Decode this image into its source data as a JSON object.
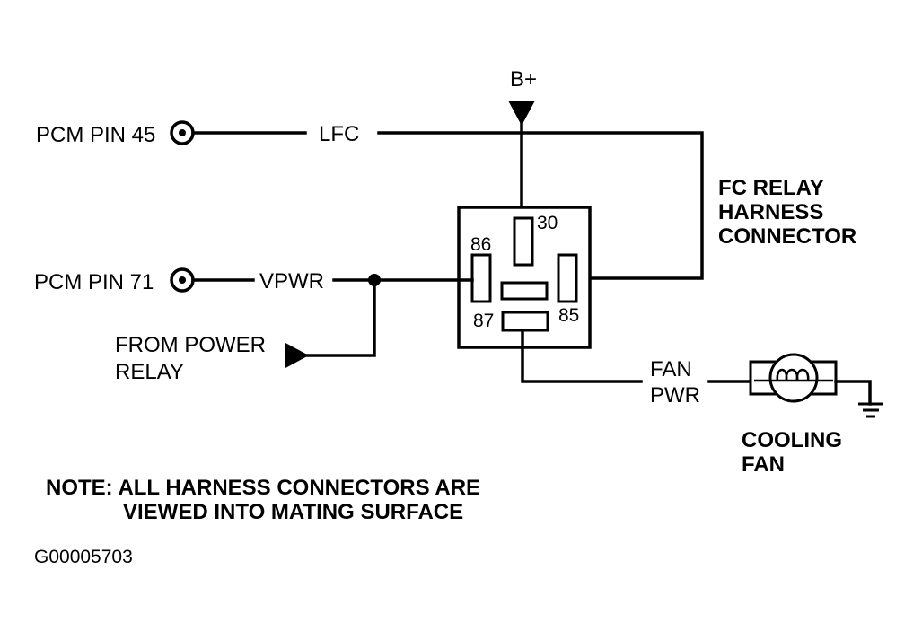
{
  "labels": {
    "b_plus": "B+",
    "pcm_pin_45": "PCM PIN 45",
    "lfc": "LFC",
    "pcm_pin_71": "PCM PIN 71",
    "vpwr": "VPWR",
    "from_power_line1": "FROM POWER",
    "from_power_line2": "RELAY",
    "relay_title_line1": "FC RELAY",
    "relay_title_line2": "HARNESS",
    "relay_title_line3": "CONNECTOR",
    "pin_30": "30",
    "pin_86": "86",
    "pin_85": "85",
    "pin_87": "87",
    "fan_pwr_line1": "FAN",
    "fan_pwr_line2": "PWR",
    "cooling_fan_line1": "COOLING",
    "cooling_fan_line2": "FAN",
    "note_line1": "NOTE: ALL HARNESS CONNECTORS ARE",
    "note_line2": "VIEWED INTO MATING SURFACE",
    "figure_id": "G00005703"
  }
}
